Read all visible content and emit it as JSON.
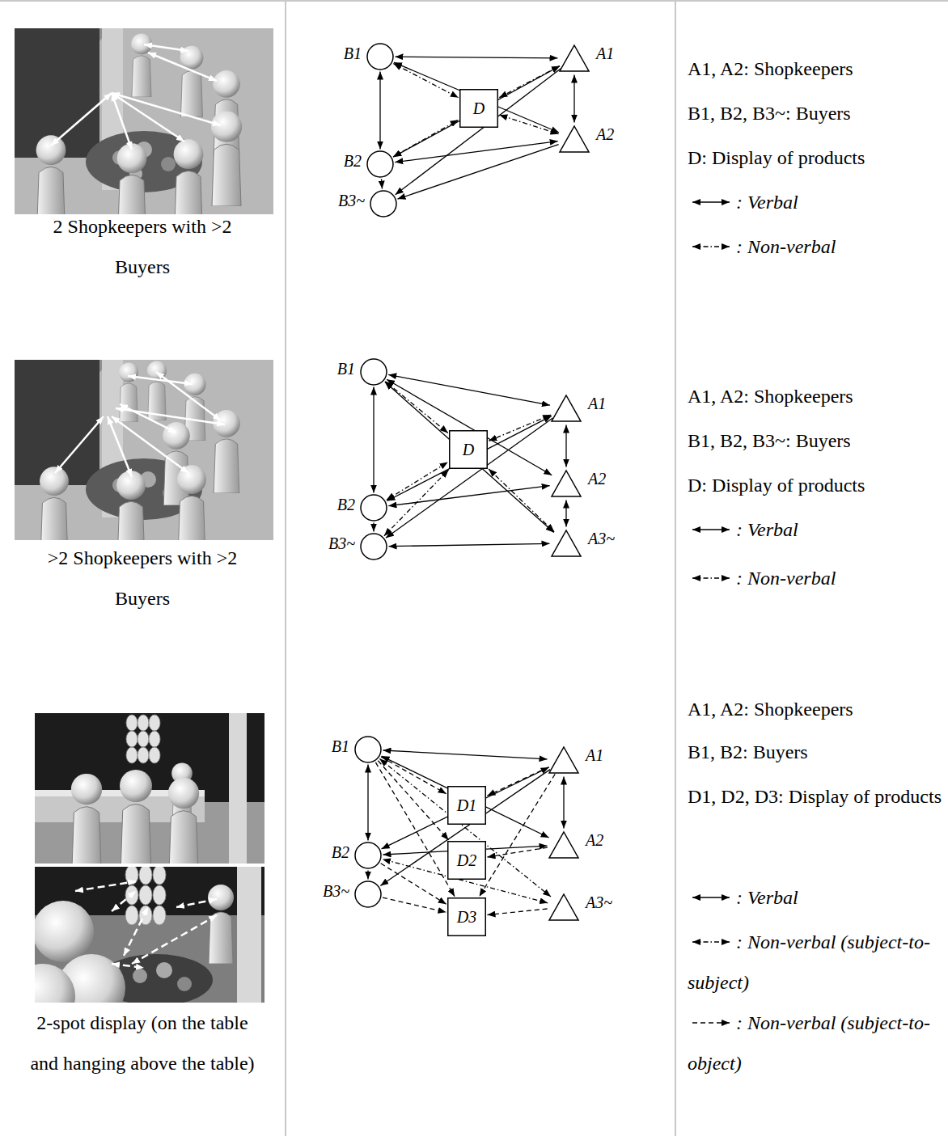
{
  "diagram": {
    "nodes": [
      {
        "text": [
          "B1"
        ]
      },
      {
        "text": [
          "B2"
        ]
      },
      {
        "text": [
          "B3~"
        ]
      },
      {
        "text": [
          "D"
        ]
      },
      {
        "text": [
          "A1"
        ]
      },
      {
        "text": [
          "A2"
        ]
      },
      {
        "text": [
          "B1"
        ]
      },
      {
        "text": [
          "B2"
        ]
      },
      {
        "text": [
          "B3~"
        ]
      },
      {
        "text": [
          "D"
        ]
      },
      {
        "text": [
          "A1"
        ]
      },
      {
        "text": [
          "A2"
        ]
      },
      {
        "text": [
          "A3~"
        ]
      },
      {
        "text": [
          "B1"
        ]
      },
      {
        "text": [
          "B2"
        ]
      },
      {
        "text": [
          "B3~"
        ]
      },
      {
        "text": [
          "D1"
        ]
      },
      {
        "text": [
          "D2"
        ]
      },
      {
        "text": [
          "D3"
        ]
      },
      {
        "text": [
          "A1"
        ]
      },
      {
        "text": [
          "A2"
        ]
      },
      {
        "text": [
          "A3~"
        ]
      }
    ],
    "edges": [
      {
        "from": 0,
        "to": 4,
        "arrow": "both"
      },
      {
        "from": 0,
        "to": 1,
        "arrow": "both"
      },
      {
        "from": 1,
        "to": 2,
        "arrow": "to"
      },
      {
        "from": 4,
        "to": 5,
        "arrow": "both"
      },
      {
        "from": 0,
        "to": 3,
        "arrow": "both"
      },
      {
        "from": 4,
        "to": 3,
        "arrow": "both"
      },
      {
        "from": 5,
        "to": 3,
        "arrow": "both"
      },
      {
        "from": 1,
        "to": 3,
        "arrow": "both"
      },
      {
        "from": 4,
        "to": 1,
        "arrow": "both"
      },
      {
        "from": 5,
        "to": 1,
        "arrow": "both"
      },
      {
        "from": 4,
        "to": 2,
        "arrow": "to"
      },
      {
        "from": 5,
        "to": 2,
        "arrow": "to"
      },
      {
        "from": 0,
        "to": 5,
        "arrow": "both"
      },
      {
        "from": 6,
        "to": 10,
        "arrow": "both"
      },
      {
        "from": 6,
        "to": 7,
        "arrow": "both"
      },
      {
        "from": 7,
        "to": 8,
        "arrow": "to"
      },
      {
        "from": 10,
        "to": 11,
        "arrow": "both"
      },
      {
        "from": 11,
        "to": 12,
        "arrow": "both"
      },
      {
        "from": 6,
        "to": 9,
        "arrow": "both"
      },
      {
        "from": 10,
        "to": 9,
        "arrow": "both"
      },
      {
        "from": 7,
        "to": 9,
        "arrow": "both"
      },
      {
        "from": 8,
        "to": 9,
        "arrow": "both"
      },
      {
        "from": 12,
        "to": 9,
        "arrow": "both"
      },
      {
        "from": 6,
        "to": 11,
        "arrow": "both"
      },
      {
        "from": 6,
        "to": 12,
        "arrow": "both"
      },
      {
        "from": 10,
        "to": 7,
        "arrow": "both"
      },
      {
        "from": 11,
        "to": 7,
        "arrow": "both"
      },
      {
        "from": 10,
        "to": 8,
        "arrow": "to"
      },
      {
        "from": 12,
        "to": 8,
        "arrow": "both"
      },
      {
        "from": 13,
        "to": 19,
        "arrow": "both"
      },
      {
        "from": 13,
        "to": 14,
        "arrow": "both"
      },
      {
        "from": 14,
        "to": 15,
        "arrow": "to"
      },
      {
        "from": 19,
        "to": 20,
        "arrow": "both"
      },
      {
        "from": 13,
        "to": 16,
        "arrow": "to"
      },
      {
        "from": 13,
        "to": 17,
        "arrow": "to"
      },
      {
        "from": 13,
        "to": 18,
        "arrow": "to"
      },
      {
        "from": 14,
        "to": 18,
        "arrow": "to"
      },
      {
        "from": 15,
        "to": 18,
        "arrow": "to"
      },
      {
        "from": 19,
        "to": 16,
        "arrow": "to"
      },
      {
        "from": 20,
        "to": 17,
        "arrow": "to"
      },
      {
        "from": 21,
        "to": 18,
        "arrow": "to"
      },
      {
        "from": 19,
        "to": 18,
        "arrow": "to"
      },
      {
        "from": 13,
        "to": 20,
        "arrow": "both"
      },
      {
        "from": 19,
        "to": 14,
        "arrow": "both"
      },
      {
        "from": 20,
        "to": 14,
        "arrow": "both"
      },
      {
        "from": 19,
        "to": 15,
        "arrow": "to"
      },
      {
        "from": 13,
        "to": 21,
        "arrow": "both"
      },
      {
        "from": 21,
        "to": 14,
        "arrow": "both"
      }
    ],
    "labels": [
      "2 Shopkeepers with >2 Buyers",
      "A1, A2: Shopkeepers",
      "B1, B2, B3~: Buyers",
      "D: Display of products",
      ">2 Shopkeepers with >2 Buyers",
      "A1, A2: Shopkeepers",
      "B1, B2, B3~: Buyers",
      "D: Display of products",
      "2-spot display (on the table and hanging above the table)",
      "A1, A2: Shopkeepers",
      "B1, B2: Buyers",
      "D1, D2, D3: Display of products"
    ],
    "legend": [
      {
        "text": ": Verbal"
      },
      {
        "text": ": Non-verbal"
      },
      {
        "text": ": Verbal"
      },
      {
        "text": ": Non-verbal"
      },
      {
        "text": ": Verbal"
      },
      {
        "text": ": Non-verbal (subject-to-subject)"
      },
      {
        "text": ": Non-verbal (subject-to-object)"
      }
    ]
  }
}
